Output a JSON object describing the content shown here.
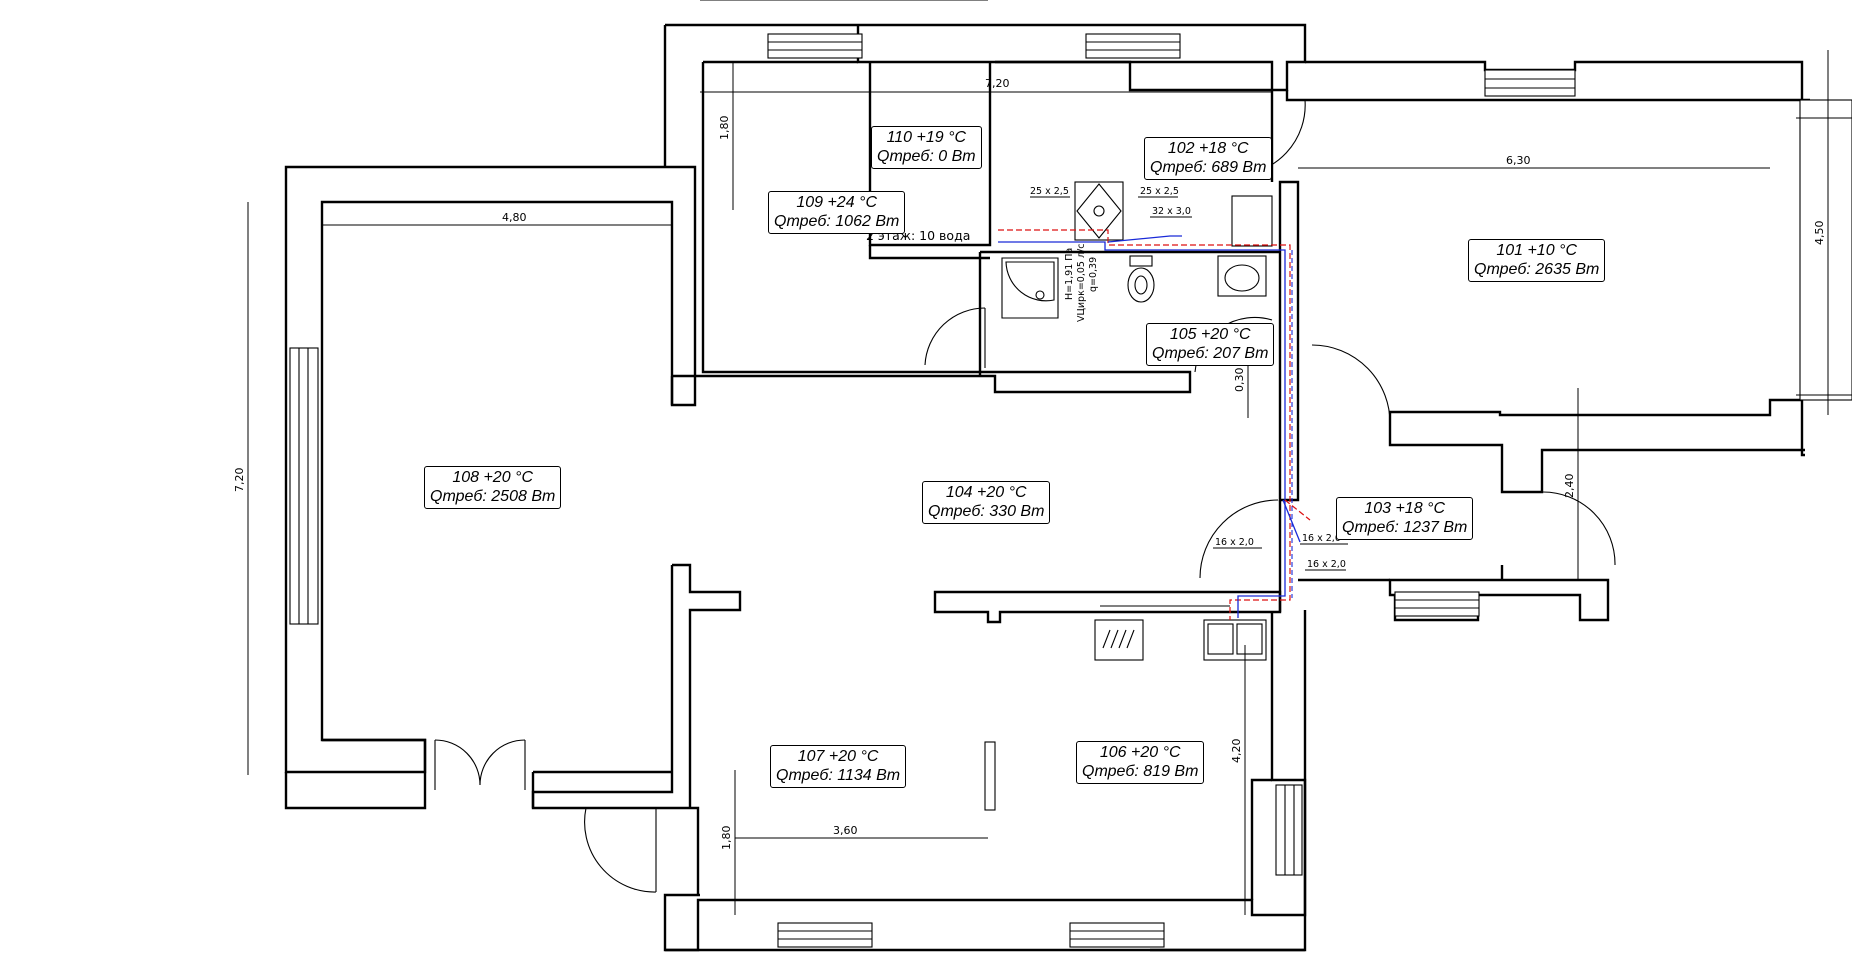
{
  "rooms": {
    "r101": {
      "line1": "101  +10 °C",
      "line2": "Qтреб: 2635 Вт"
    },
    "r102": {
      "line1": "102  +18 °C",
      "line2": "Qтреб: 689 Вт"
    },
    "r103": {
      "line1": "103  +18 °C",
      "line2": "Qтреб: 1237 Вт"
    },
    "r104": {
      "line1": "104  +20 °C",
      "line2": "Qтреб: 330 Вт"
    },
    "r105": {
      "line1": "105  +20 °C",
      "line2": "Qтреб: 207 Вт"
    },
    "r106": {
      "line1": "106  +20 °C",
      "line2": "Qтреб: 819 Вт"
    },
    "r107": {
      "line1": "107  +20 °C",
      "line2": "Qтреб: 1134 Вт"
    },
    "r108": {
      "line1": "108  +20 °C",
      "line2": "Qтреб: 2508 Вт"
    },
    "r109": {
      "line1": "109  +24 °C",
      "line2": "Qтреб: 1062 Вт"
    },
    "r110": {
      "line1": "110  +19 °C",
      "line2": "Qтреб: 0 Вт"
    }
  },
  "dimensions": {
    "d720_top": "7,20",
    "d480": "4,80",
    "d180_top": "1,80",
    "d720_left": "7,20",
    "d630": "6,30",
    "d450": "4,50",
    "d030": "0,30",
    "d240": "2,40",
    "d420": "4,20",
    "d360": "3,60",
    "d180_bottom": "1,80"
  },
  "pipes": {
    "p25a": "25 x 2,5",
    "p25b": "25 x 2,5",
    "p32": "32 x 3,0",
    "p16a": "16 x 2,0",
    "p16b": "16 x 2,0",
    "p16c": "16 x 2,0",
    "riser_label": "2 этаж: 10 вода",
    "flow_h": "H=1,91 Па",
    "flow_v": "VЦирк=0,05 л/с",
    "flow_q": "q=0,39"
  },
  "colors": {
    "supply": "#d11111",
    "return": "#1a2ad8",
    "walls": "#000000"
  }
}
